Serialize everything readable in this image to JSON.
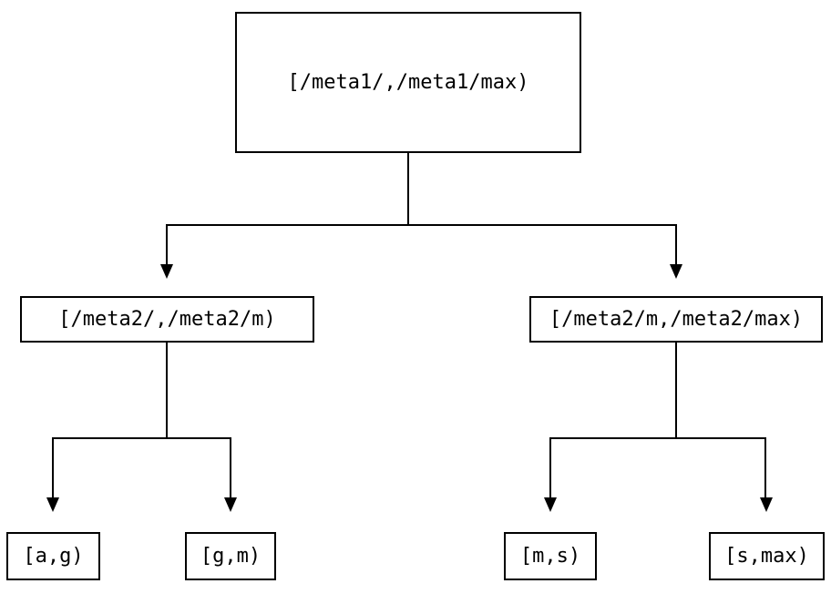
{
  "diagram": {
    "type": "tree",
    "background_color": "#ffffff",
    "line_color": "#000000",
    "text_color": "#000000",
    "nodes": {
      "root": {
        "label": "[/meta1/,/meta1/max)"
      },
      "left": {
        "label": "[/meta2/,/meta2/m)"
      },
      "right": {
        "label": "[/meta2/m,/meta2/max)"
      },
      "ag": {
        "label": "[a,g)"
      },
      "gm": {
        "label": "[g,m)"
      },
      "ms": {
        "label": "[m,s)"
      },
      "smax": {
        "label": "[s,max)"
      }
    },
    "hierarchy": {
      "root": {
        "children": {
          "left": {
            "children": [
              "ag",
              "gm"
            ]
          },
          "right": {
            "children": [
              "ms",
              "smax"
            ]
          }
        }
      }
    }
  }
}
